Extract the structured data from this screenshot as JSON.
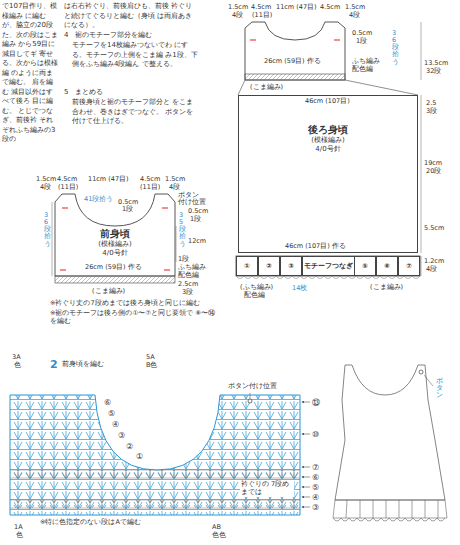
{
  "diagram": {
    "nodes": [
      {
        "text": [
          "後ろ身頃",
          "(模様編み)",
          "4/0号針"
        ]
      },
      {
        "text": [
          "①"
        ]
      },
      {
        "text": [
          "②"
        ]
      },
      {
        "text": [
          "③"
        ]
      },
      {
        "text": [
          "モチーフつなぎ"
        ]
      },
      {
        "text": [
          "⑤"
        ]
      },
      {
        "text": [
          "⑥"
        ]
      },
      {
        "text": [
          "⑦"
        ]
      },
      {
        "text": [
          "前身頃",
          "(模様編み)",
          "4/0号針"
        ]
      }
    ],
    "labels": [
      "で107目作り、模様編み に編むが、脇立の20段 た、次の段はこま編み から59目に減目してギ 寄せる。次からは模様編 のように両まで編む。 肩を編む 減目以外はすべて後ろ 目に編む。 とじでつなぎ、前後衿 それぞれふち編みの3段の",
      "は右右衿ぐり、前後肩ひも、前後 衿ぐりと続けてぐるりと編む（身頃 は両肩あきになる）。",
      "4　裾のモチーフ部分を編む",
      "モチーフを14枚編みつないでわ にする。モチーフの上側をこま編 み1段、下側をふち編み4段編ん で整える。",
      "5　まとめる",
      "前後身頃と裾のモチーフ部分と をこま合わせ、巻きはぎでつなぐ。 ボタンを付けて仕上げる。",
      "1.5cm",
      "4段",
      "4.5cm",
      "(11目)",
      "11cm (47目)",
      "4.5cm",
      "1.5cm",
      "4段",
      "0.5cm",
      "1段",
      "36段拾う",
      "ふち編み",
      "配色編",
      "26cm (59目) 作る",
      "(こま編み)",
      "46cm (107目)",
      "13.5cm",
      "32段",
      "2.5",
      "3段",
      "19cm",
      "20段",
      "46cm (107目) 作る",
      "5.5cm",
      "1.2cm",
      "4段",
      "(ふち編み)",
      "配色編",
      "14枚",
      "(こま編み)",
      "1.5cm",
      "4段",
      "4.5cm",
      "(11目)",
      "11cm (47目)",
      "4.5cm",
      "(11目)",
      "1.5cm",
      "4段",
      "41段拾う",
      "0.5cm",
      "1段",
      "ボタン",
      "付け位置",
      "36段拾う",
      "35段拾う",
      "0.5cm",
      "1段",
      "12cm",
      "1段",
      "ふち編み",
      "配色編",
      "26cm (59目) 作る",
      "(こま編み)",
      "2.5cm",
      "3段",
      "※衿ぐり丈の7段めまでは後ろ身頃と同じに編む",
      "※裾のモチーフは後ろ側の①〜⑦と同じ要領で ⑧〜⑭を編む",
      "3A",
      "色",
      "2",
      "前身頃を編む",
      "5A",
      "B色",
      "ボタン付け位置",
      "⑥",
      "⑤",
      "④",
      "③",
      "②",
      "①",
      "⑬",
      "⑩",
      "⑦",
      "⑥",
      "⑤",
      "④",
      "③",
      "衿ぐりの 7段めまでは",
      "※特に色指定のない段はAで編む",
      "1A",
      "色",
      "AB",
      "色色",
      "ボタン"
    ]
  }
}
